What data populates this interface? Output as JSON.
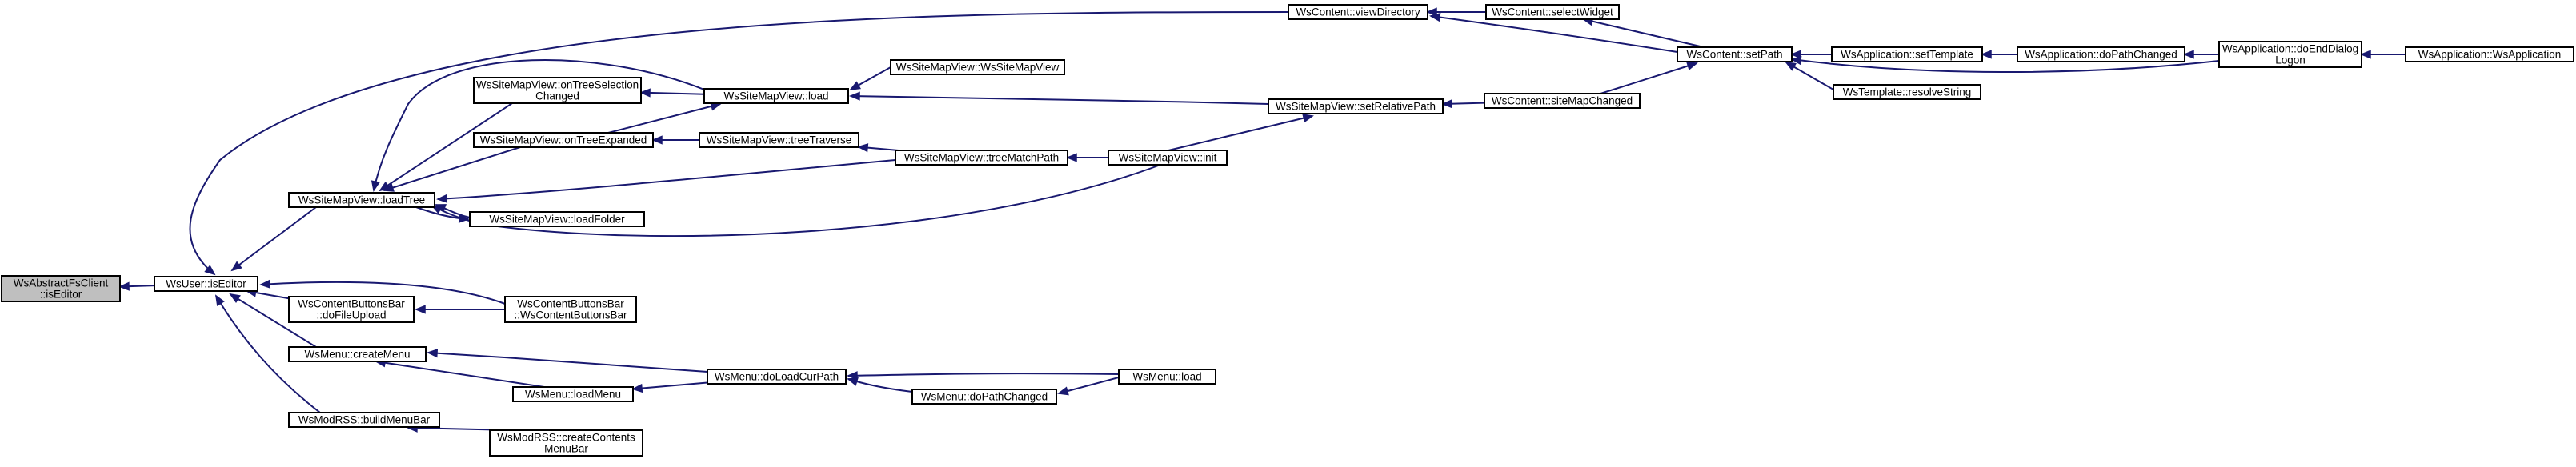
{
  "nodes": [
    {
      "id": "abstract_iseditor",
      "lines": [
        "WsAbstractFsClient",
        "::isEditor"
      ],
      "root": true
    },
    {
      "id": "user_iseditor",
      "lines": [
        "WsUser::isEditor"
      ]
    },
    {
      "id": "content_viewdirectory",
      "lines": [
        "WsContent::viewDirectory"
      ]
    },
    {
      "id": "content_selectwidget",
      "lines": [
        "WsContent::selectWidget"
      ]
    },
    {
      "id": "content_setpath",
      "lines": [
        "WsContent::setPath"
      ]
    },
    {
      "id": "app_settemplate",
      "lines": [
        "WsApplication::setTemplate"
      ]
    },
    {
      "id": "app_dopathchanged",
      "lines": [
        "WsApplication::doPathChanged"
      ]
    },
    {
      "id": "app_doenddialoglogon",
      "lines": [
        "WsApplication::doEndDialog",
        "Logon"
      ]
    },
    {
      "id": "app_wsapplication",
      "lines": [
        "WsApplication::WsApplication"
      ]
    },
    {
      "id": "template_resolvestring",
      "lines": [
        "WsTemplate::resolveString"
      ]
    },
    {
      "id": "smv_ontreeselectionchanged",
      "lines": [
        "WsSiteMapView::onTreeSelection",
        "Changed"
      ]
    },
    {
      "id": "smv_load",
      "lines": [
        "WsSiteMapView::load"
      ]
    },
    {
      "id": "smv_wssitemapview",
      "lines": [
        "WsSiteMapView::WsSiteMapView"
      ]
    },
    {
      "id": "smv_setrelativepath",
      "lines": [
        "WsSiteMapView::setRelativePath"
      ]
    },
    {
      "id": "content_sitemapchanged",
      "lines": [
        "WsContent::siteMapChanged"
      ]
    },
    {
      "id": "smv_ontreeexpanded",
      "lines": [
        "WsSiteMapView::onTreeExpanded"
      ]
    },
    {
      "id": "smv_treetraverse",
      "lines": [
        "WsSiteMapView::treeTraverse"
      ]
    },
    {
      "id": "smv_treematchpath",
      "lines": [
        "WsSiteMapView::treeMatchPath"
      ]
    },
    {
      "id": "smv_init",
      "lines": [
        "WsSiteMapView::init"
      ]
    },
    {
      "id": "smv_loadtree",
      "lines": [
        "WsSiteMapView::loadTree"
      ]
    },
    {
      "id": "smv_loadfolder",
      "lines": [
        "WsSiteMapView::loadFolder"
      ]
    },
    {
      "id": "cbb_dofileupload",
      "lines": [
        "WsContentButtonsBar",
        "::doFileUpload"
      ]
    },
    {
      "id": "cbb_wscontentbuttonsbar",
      "lines": [
        "WsContentButtonsBar",
        "::WsContentButtonsBar"
      ]
    },
    {
      "id": "menu_createmenu",
      "lines": [
        "WsMenu::createMenu"
      ]
    },
    {
      "id": "menu_doloadcurpath",
      "lines": [
        "WsMenu::doLoadCurPath"
      ]
    },
    {
      "id": "menu_load",
      "lines": [
        "WsMenu::load"
      ]
    },
    {
      "id": "menu_loadmenu",
      "lines": [
        "WsMenu::loadMenu"
      ]
    },
    {
      "id": "menu_dopathchanged",
      "lines": [
        "WsMenu::doPathChanged"
      ]
    },
    {
      "id": "modrss_buildmenubar",
      "lines": [
        "WsModRSS::buildMenuBar"
      ]
    },
    {
      "id": "modrss_createcontentsmenubar",
      "lines": [
        "WsModRSS::createContents",
        "MenuBar"
      ]
    }
  ],
  "edges": [
    [
      "user_iseditor",
      "abstract_iseditor"
    ],
    [
      "content_viewdirectory",
      "user_iseditor"
    ],
    [
      "smv_loadtree",
      "user_iseditor"
    ],
    [
      "cbb_dofileupload",
      "user_iseditor"
    ],
    [
      "cbb_wscontentbuttonsbar",
      "user_iseditor"
    ],
    [
      "menu_createmenu",
      "user_iseditor"
    ],
    [
      "modrss_buildmenubar",
      "user_iseditor"
    ],
    [
      "content_selectwidget",
      "content_viewdirectory"
    ],
    [
      "content_setpath",
      "content_viewdirectory"
    ],
    [
      "content_setpath",
      "content_selectwidget"
    ],
    [
      "app_settemplate",
      "content_setpath"
    ],
    [
      "template_resolvestring",
      "content_setpath"
    ],
    [
      "app_doenddialoglogon",
      "content_setpath"
    ],
    [
      "app_dopathchanged",
      "app_settemplate"
    ],
    [
      "app_doenddialoglogon",
      "app_dopathchanged"
    ],
    [
      "app_wsapplication",
      "app_doenddialoglogon"
    ],
    [
      "content_sitemapchanged",
      "content_setpath"
    ],
    [
      "smv_wssitemapview",
      "smv_load"
    ],
    [
      "smv_setrelativepath",
      "smv_load"
    ],
    [
      "content_sitemapchanged",
      "smv_setrelativepath"
    ],
    [
      "smv_init",
      "smv_setrelativepath"
    ],
    [
      "smv_load",
      "smv_loadtree"
    ],
    [
      "smv_load",
      "smv_ontreeselectionchanged"
    ],
    [
      "smv_ontreeselectionchanged",
      "smv_loadtree"
    ],
    [
      "smv_ontreeexpanded",
      "smv_load"
    ],
    [
      "smv_ontreeexpanded",
      "smv_loadtree"
    ],
    [
      "smv_treetraverse",
      "smv_ontreeexpanded"
    ],
    [
      "smv_treematchpath",
      "smv_treetraverse"
    ],
    [
      "smv_treematchpath",
      "smv_loadtree"
    ],
    [
      "smv_init",
      "smv_treematchpath"
    ],
    [
      "smv_init",
      "smv_loadtree"
    ],
    [
      "smv_loadfolder",
      "smv_loadtree"
    ],
    [
      "smv_loadtree",
      "smv_loadfolder"
    ],
    [
      "cbb_wscontentbuttonsbar",
      "cbb_dofileupload"
    ],
    [
      "menu_doloadcurpath",
      "menu_createmenu"
    ],
    [
      "menu_loadmenu",
      "menu_createmenu"
    ],
    [
      "menu_doloadcurpath",
      "menu_loadmenu"
    ],
    [
      "menu_load",
      "menu_doloadcurpath"
    ],
    [
      "menu_dopathchanged",
      "menu_doloadcurpath"
    ],
    [
      "menu_load",
      "menu_dopathchanged"
    ],
    [
      "modrss_createcontentsmenubar",
      "modrss_buildmenubar"
    ]
  ],
  "colors": {
    "edge": "#191970",
    "node_border": "#000000",
    "node_fill": "#ffffff",
    "root_fill": "#bfbfbf"
  }
}
